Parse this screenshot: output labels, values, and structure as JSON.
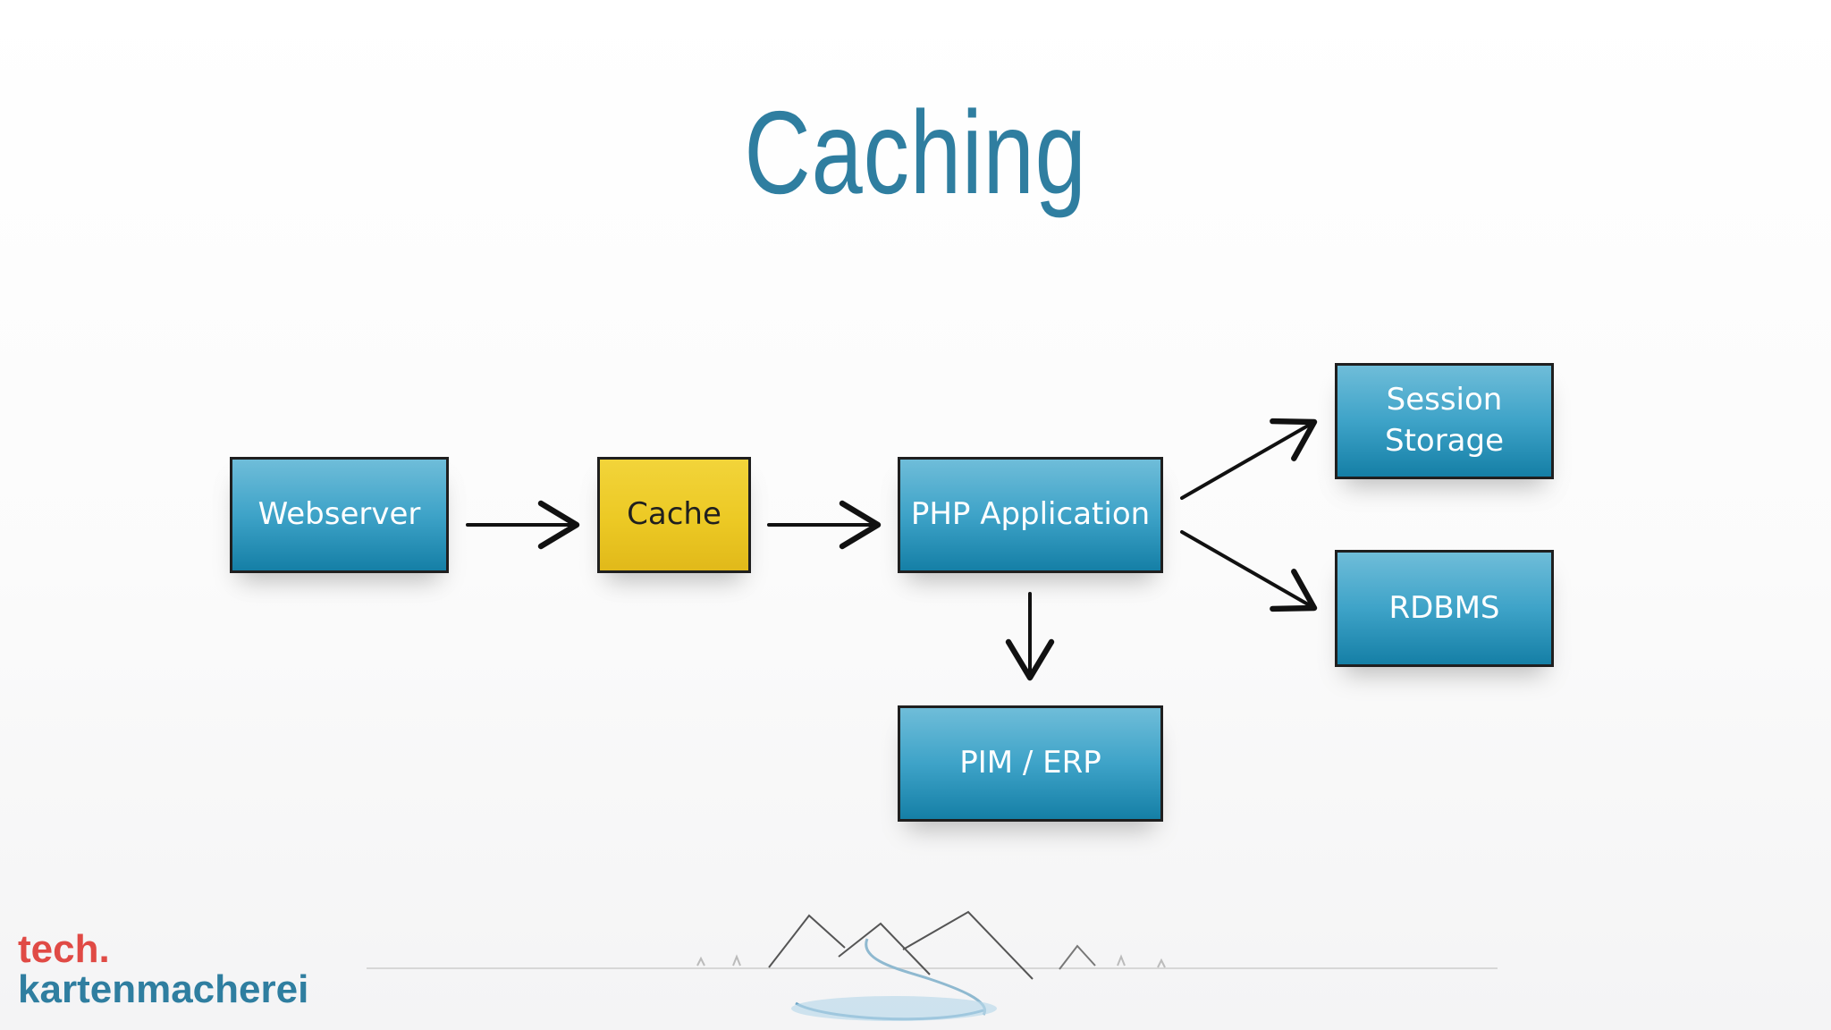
{
  "slide": {
    "title": "Caching"
  },
  "diagram": {
    "nodes": {
      "webserver": "Webserver",
      "cache": "Cache",
      "php_application": "PHP Application",
      "session_storage": "Session\nStorage",
      "rdbms": "RDBMS",
      "pim_erp": "PIM / ERP"
    },
    "colors": {
      "primary_box": "#2b95bd",
      "cache_box": "#ecc924",
      "title": "#2f7ea0"
    }
  },
  "logo": {
    "line1": "tech.",
    "line2": "kartenmacherei",
    "colors": {
      "line1": "#e04a45",
      "line2": "#2f7ea0"
    }
  }
}
